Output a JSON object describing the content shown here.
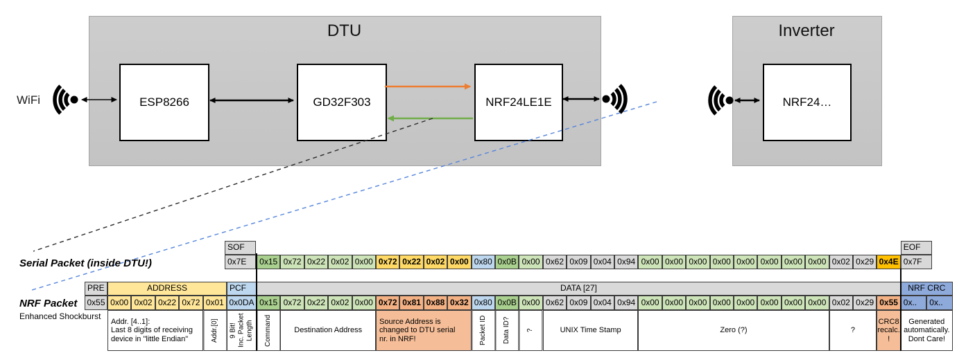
{
  "diagram": {
    "wifi_label": "WiFi",
    "dtu_title": "DTU",
    "inverter_title": "Inverter",
    "esp_label": "ESP8266",
    "gd32_label": "GD32F303",
    "nrf_dtu_label": "NRF24LE1E",
    "nrf_inverter_label": "NRF24…"
  },
  "colors": {
    "orange_arrow": "#ED7D31",
    "green_arrow": "#70AD47",
    "blue_dashed": "#5585DB",
    "black": "#000000"
  },
  "serial_packet": {
    "label": "Serial Packet (inside DTU!)",
    "sof_header": "SOF",
    "sof_value": "0x7E",
    "eof_header": "EOF",
    "eof_value": "0x7F",
    "bytes": [
      {
        "v": "0x15",
        "c": "dgreen"
      },
      {
        "v": "0x72",
        "c": "lgreen"
      },
      {
        "v": "0x22",
        "c": "lgreen"
      },
      {
        "v": "0x02",
        "c": "lgreen"
      },
      {
        "v": "0x00",
        "c": "lgreen"
      },
      {
        "v": "0x72",
        "c": "gold"
      },
      {
        "v": "0x22",
        "c": "gold"
      },
      {
        "v": "0x02",
        "c": "gold"
      },
      {
        "v": "0x00",
        "c": "gold"
      },
      {
        "v": "0x80",
        "c": "lblue"
      },
      {
        "v": "0x0B",
        "c": "dgreen"
      },
      {
        "v": "0x00",
        "c": "lgreen"
      },
      {
        "v": "0x62",
        "c": "gray"
      },
      {
        "v": "0x09",
        "c": "gray"
      },
      {
        "v": "0x04",
        "c": "gray"
      },
      {
        "v": "0x94",
        "c": "gray"
      },
      {
        "v": "0x00",
        "c": "lgreen"
      },
      {
        "v": "0x00",
        "c": "lgreen"
      },
      {
        "v": "0x00",
        "c": "lgreen"
      },
      {
        "v": "0x00",
        "c": "lgreen"
      },
      {
        "v": "0x00",
        "c": "lgreen"
      },
      {
        "v": "0x00",
        "c": "lgreen"
      },
      {
        "v": "0x00",
        "c": "lgreen"
      },
      {
        "v": "0x00",
        "c": "lgreen"
      },
      {
        "v": "0x02",
        "c": "gray"
      },
      {
        "v": "0x29",
        "c": "gray"
      },
      {
        "v": "0x4E",
        "c": "amber"
      }
    ]
  },
  "nrf_packet": {
    "label": "NRF Packet",
    "sublabel": "Enhanced Shockburst",
    "pre_header": "PRE",
    "pre_value": "0x55",
    "address_header": "ADDRESS",
    "address_values": [
      "0x00",
      "0x02",
      "0x22",
      "0x72",
      "0x01"
    ],
    "pcf_header": "PCF",
    "pcf_value": "0x0DA",
    "data_header": "DATA [27]",
    "crc_header": "NRF CRC",
    "crc_values": [
      "0x..",
      "0x.."
    ],
    "bytes": [
      {
        "v": "0x15",
        "c": "dgreen"
      },
      {
        "v": "0x72",
        "c": "lgreen"
      },
      {
        "v": "0x22",
        "c": "lgreen"
      },
      {
        "v": "0x02",
        "c": "lgreen"
      },
      {
        "v": "0x00",
        "c": "lgreen"
      },
      {
        "v": "0x72",
        "c": "salmon bold"
      },
      {
        "v": "0x81",
        "c": "salmon bold"
      },
      {
        "v": "0x88",
        "c": "salmon bold"
      },
      {
        "v": "0x32",
        "c": "salmon bold"
      },
      {
        "v": "0x80",
        "c": "lblue"
      },
      {
        "v": "0x0B",
        "c": "dgreen"
      },
      {
        "v": "0x00",
        "c": "lgreen"
      },
      {
        "v": "0x62",
        "c": "gray"
      },
      {
        "v": "0x09",
        "c": "gray"
      },
      {
        "v": "0x04",
        "c": "gray"
      },
      {
        "v": "0x94",
        "c": "gray"
      },
      {
        "v": "0x00",
        "c": "lgreen"
      },
      {
        "v": "0x00",
        "c": "lgreen"
      },
      {
        "v": "0x00",
        "c": "lgreen"
      },
      {
        "v": "0x00",
        "c": "lgreen"
      },
      {
        "v": "0x00",
        "c": "lgreen"
      },
      {
        "v": "0x00",
        "c": "lgreen"
      },
      {
        "v": "0x00",
        "c": "lgreen"
      },
      {
        "v": "0x00",
        "c": "lgreen"
      },
      {
        "v": "0x02",
        "c": "gray"
      },
      {
        "v": "0x29",
        "c": "gray"
      },
      {
        "v": "0x55",
        "c": "salmon bold"
      }
    ],
    "annotations": [
      {
        "text": "Addr. [4..1]:\nLast 8 digits of receiving\ndevice in \"little Endian\"",
        "span": 4,
        "align": "left"
      },
      {
        "text": "Addr.[0]",
        "span": 1,
        "vertical": true
      },
      {
        "text": "9 Bit!\nInc. Packet\nLength",
        "span": 1,
        "vertical": true
      },
      {
        "text": "Command",
        "span": 1,
        "vertical": true
      },
      {
        "text": "Destination Address",
        "span": 4
      },
      {
        "text": "Source Address is\nchanged to DTU serial\nnr. in NRF!",
        "span": 4,
        "align": "left",
        "bg": "salmonbg"
      },
      {
        "text": "Packet ID",
        "span": 1,
        "vertical": true
      },
      {
        "text": "Data ID?",
        "span": 1,
        "vertical": true
      },
      {
        "text": "?",
        "span": 1,
        "vertical": true
      },
      {
        "text": "UNIX Time Stamp",
        "span": 4
      },
      {
        "text": "Zero (?)",
        "span": 8
      },
      {
        "text": "?",
        "span": 2
      },
      {
        "text": "CRC8\nrecalc.\n!",
        "span": 1,
        "bg": "salmonbg"
      },
      {
        "text": "Generated\nautomatically.\nDont Care!",
        "span": 2
      }
    ]
  }
}
